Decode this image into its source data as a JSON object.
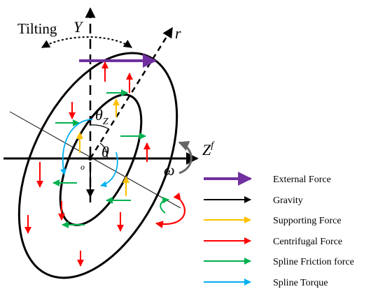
{
  "diagram": {
    "tilting_label": "Tilting",
    "axis_y_label": "Y",
    "axis_r_label": "r",
    "axis_z_label": "Z",
    "axis_z_sup": "f",
    "theta_z_label": "θ",
    "theta_z_sub": "Z",
    "theta_label": "θ",
    "origin_label": "o",
    "omega_label": "ω"
  },
  "legend": [
    {
      "label": "External Force",
      "color": "#7030a0"
    },
    {
      "label": "Gravity",
      "color": "#000000"
    },
    {
      "label": "Supporting Force",
      "color": "#ffc000"
    },
    {
      "label": "Centrifugal Force",
      "color": "#ff0000"
    },
    {
      "label": "Spline Friction force",
      "color": "#00b050"
    },
    {
      "label": "Spline Torque",
      "color": "#00b0f0"
    }
  ],
  "colors": {
    "external": "#7030a0",
    "gravity": "#000000",
    "supporting": "#ffc000",
    "centrifugal": "#ff0000",
    "friction": "#00b050",
    "torque": "#00b0f0",
    "rotation": "#666666"
  }
}
